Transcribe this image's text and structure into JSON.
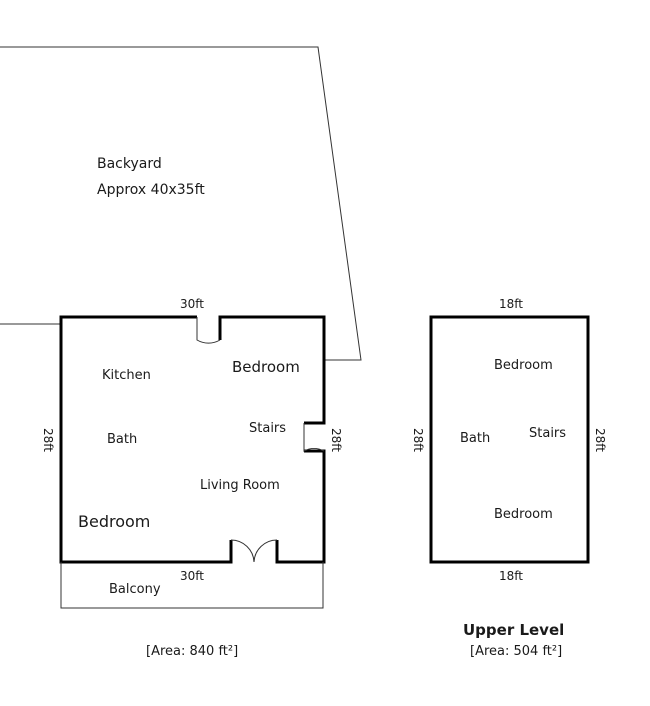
{
  "backyard": {
    "title": "Backyard",
    "size": "Approx 40x35ft"
  },
  "lower_level": {
    "top_width": "30ft",
    "bottom_width": "30ft",
    "left_depth": "28ft",
    "right_depth": "28ft",
    "rooms": {
      "kitchen": "Kitchen",
      "bedroom_top": "Bedroom",
      "bath": "Bath",
      "stairs": "Stairs",
      "living_room": "Living Room",
      "bedroom_bottom": "Bedroom"
    },
    "balcony": "Balcony",
    "area": "[Area: 840 ft²]"
  },
  "upper_level": {
    "title": "Upper Level",
    "top_width": "18ft",
    "bottom_width": "18ft",
    "left_depth": "28ft",
    "right_depth": "28ft",
    "rooms": {
      "bedroom_top": "Bedroom",
      "bath": "Bath",
      "stairs": "Stairs",
      "bedroom_bottom": "Bedroom"
    },
    "area": "[Area: 504 ft²]"
  }
}
